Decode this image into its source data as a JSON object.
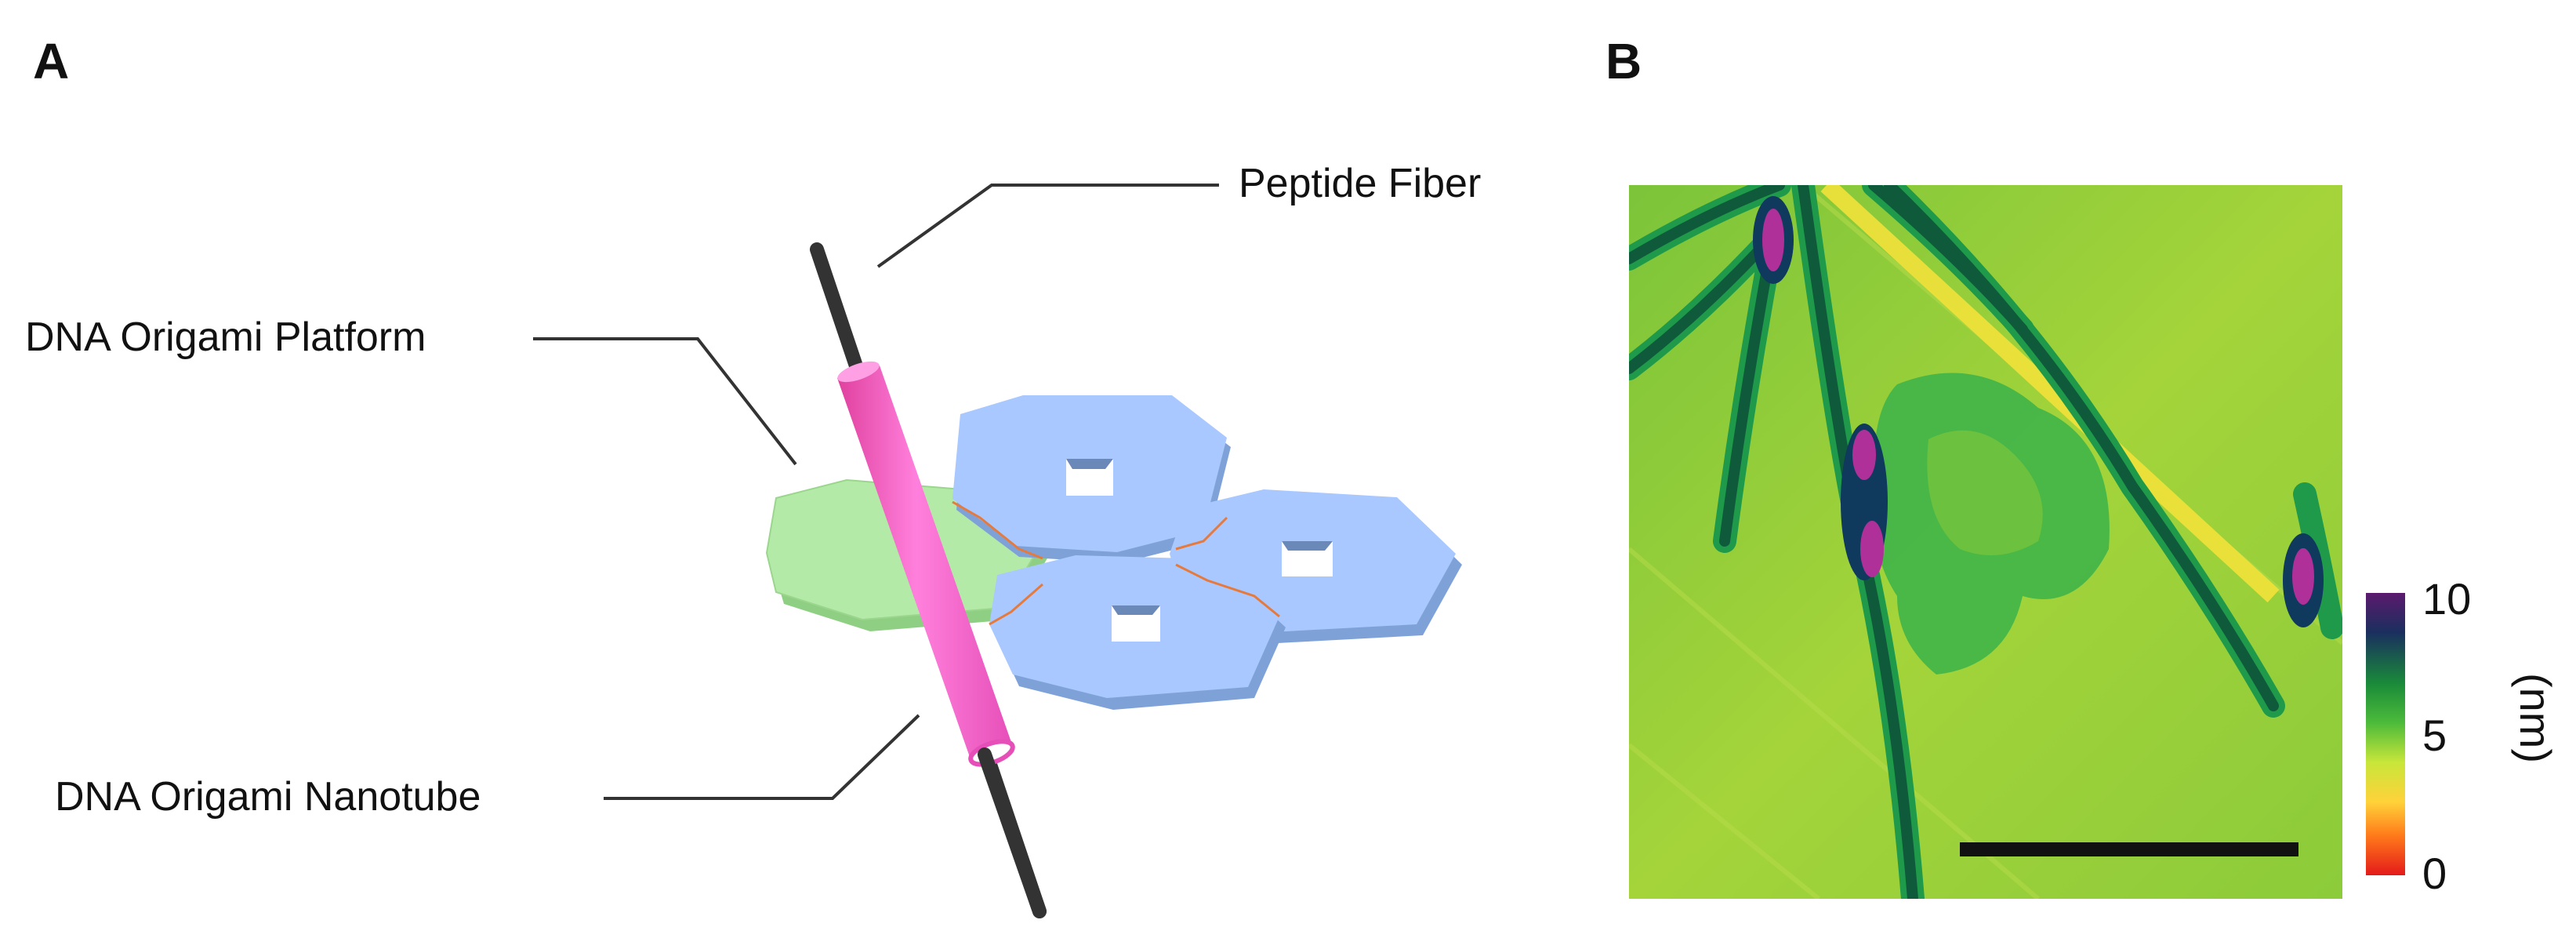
{
  "panels": {
    "a": {
      "letter": "A"
    },
    "b": {
      "letter": "B"
    }
  },
  "diagram": {
    "labels": {
      "peptide_fiber": "Peptide Fiber",
      "platform": "DNA Origami Platform",
      "nanotube": "DNA Origami Nanotube"
    },
    "colors": {
      "fiber": "#333333",
      "nanotube": "#ff6fd6",
      "platform_green": "#b4eaa8",
      "platform_blue": "#a8c8ff",
      "seam": "#e67a3d"
    }
  },
  "afm": {
    "colorbar": {
      "ticks": [
        "10",
        "5",
        "0"
      ],
      "unit": "(nm)",
      "colors": [
        "#5b1a6e",
        "#1a2f5e",
        "#1a8a3a",
        "#4cbb3a",
        "#c8e63a",
        "#ffd23a",
        "#ff7a1a",
        "#e41a1a"
      ]
    },
    "colors": {
      "background": "#8fcc3a",
      "fiber_dark": "#0f5a3a",
      "fiber_edge": "#1f9a4a",
      "peak": "#b0309a"
    },
    "scalebar": {
      "color": "#111111"
    }
  }
}
